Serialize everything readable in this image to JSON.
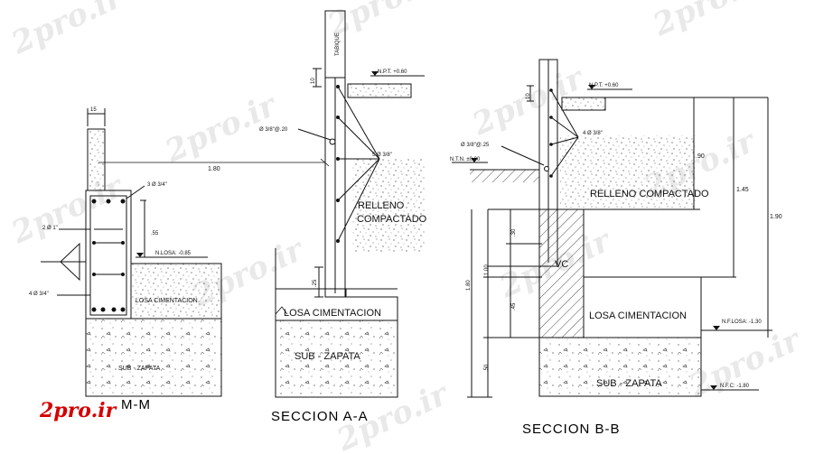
{
  "brand": "2pro.ir",
  "watermark": "2pro.ir",
  "titles": {
    "mm": "M-M",
    "aa": "SECCION A-A",
    "bb": "SECCION B-B"
  },
  "mm": {
    "dim_top": "15",
    "dim_span": "1.80",
    "bars_top": "3 Ø 3/4\"",
    "bars_mid": "2 Ø 1\"",
    "bars_bot": "4 Ø 3/4\"",
    "dim_55": ".55",
    "nlosa": "N.LOSA: -0.85",
    "losa": "LOSA CIMENTACION",
    "subzapata": "SUB - ZAPATA"
  },
  "aa": {
    "tabique": "TABIQUE",
    "dim_10": "10",
    "npt": "N.P.T. +0.60",
    "bar_left": "Ø 3/8\"@.20",
    "bar_right": "5 Ø 3/8\"",
    "relleno_1": "RELLENO",
    "relleno_2": "COMPACTADO",
    "dim_25": ".25",
    "losa": "LOSA CIMENTACION",
    "subzapata": "SUB - ZAPATA"
  },
  "bb": {
    "dim_10": "10",
    "npt": "N.P.T. +0.60",
    "bar_right": "4 Ø 3/8\"",
    "bar_left": "Ø 3/8\"@.25",
    "ntn": "N.T.N. ±0.00",
    "dim_90": ".90",
    "dim_145": "1.45",
    "dim_190": "1.90",
    "relleno": "RELLENO COMPACTADO",
    "vc": "VC",
    "dim_30": ".30",
    "dim_100": "1.00",
    "dim_180": "1.80",
    "dim_45": ".45",
    "dim_50": ".50",
    "losa": "LOSA CIMENTACION",
    "nflosa": "N.F.LOSA: -1.30",
    "subzapata": "SUB - ZAPATA",
    "nfc": "N.F.C: -1.80"
  }
}
